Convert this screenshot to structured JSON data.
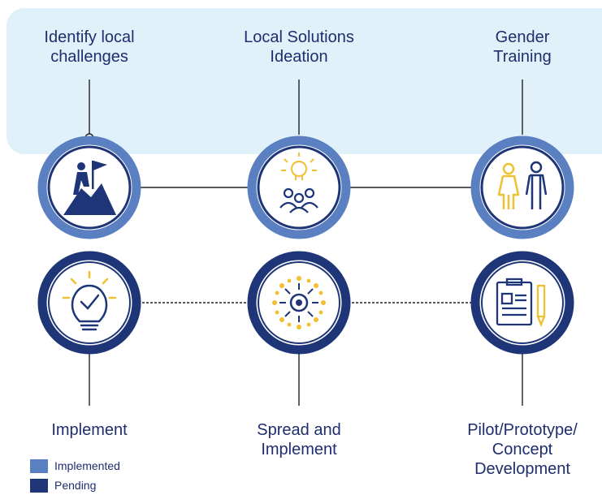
{
  "colors": {
    "implemented": "#5b80c1",
    "pending": "#1e3578",
    "accent": "#f0c030",
    "panel": "#e0f1fa",
    "text": "#1e2e6e"
  },
  "steps": [
    {
      "label": "Identify local\nchallenges",
      "status": "implemented",
      "icon": "climber-flag-icon"
    },
    {
      "label": "Local Solutions\nIdeation",
      "status": "implemented",
      "icon": "lightbulb-group-icon"
    },
    {
      "label": "Gender\nTraining",
      "status": "implemented",
      "icon": "woman-man-icon"
    },
    {
      "label": "Pilot/Prototype/\nConcept\nDevelopment",
      "status": "pending",
      "icon": "clipboard-pencil-icon"
    },
    {
      "label": "Spread and\nImplement",
      "status": "pending",
      "icon": "radiating-target-icon"
    },
    {
      "label": "Implement",
      "status": "pending",
      "icon": "lightbulb-check-icon"
    }
  ],
  "legend": [
    {
      "label": "Implemented",
      "status": "implemented"
    },
    {
      "label": "Pending",
      "status": "pending"
    }
  ]
}
